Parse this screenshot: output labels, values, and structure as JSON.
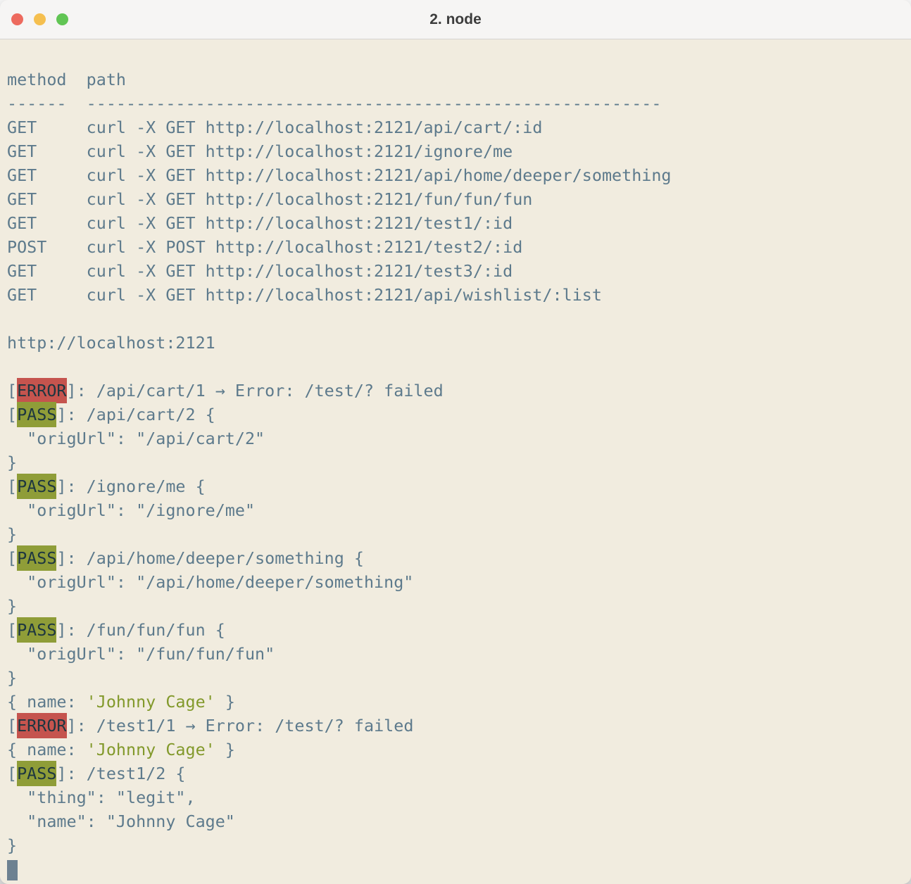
{
  "window": {
    "title": "2. node",
    "controls": [
      {
        "name": "close",
        "color_key": "light-red"
      },
      {
        "name": "minimize",
        "color_key": "light-yellow"
      },
      {
        "name": "zoom",
        "color_key": "light-green"
      }
    ]
  },
  "colors": {
    "terminal_bg": "#f1ecdf",
    "terminal_fg": "#5d7a8c",
    "error_bg": "#c5544e",
    "pass_bg": "#8f9d38",
    "badge_fg": "#1d3640",
    "string_green": "#82992b",
    "cursor_color": "#6d8191",
    "titlebar_bg": "#f6f5f4",
    "title_fg": "#3c3c3c"
  },
  "terminal": {
    "table": {
      "headers": [
        "method",
        "path"
      ],
      "method_col_width": 8,
      "method_separator": "------",
      "path_separator": "----------------------------------------------------------",
      "rows": [
        {
          "method": "GET",
          "command": "curl -X GET http://localhost:2121/api/cart/:id"
        },
        {
          "method": "GET",
          "command": "curl -X GET http://localhost:2121/ignore/me"
        },
        {
          "method": "GET",
          "command": "curl -X GET http://localhost:2121/api/home/deeper/something"
        },
        {
          "method": "GET",
          "command": "curl -X GET http://localhost:2121/fun/fun/fun"
        },
        {
          "method": "GET",
          "command": "curl -X GET http://localhost:2121/test1/:id"
        },
        {
          "method": "POST",
          "command": "curl -X POST http://localhost:2121/test2/:id"
        },
        {
          "method": "GET",
          "command": "curl -X GET http://localhost:2121/test3/:id"
        },
        {
          "method": "GET",
          "command": "curl -X GET http://localhost:2121/api/wishlist/:list"
        }
      ]
    },
    "output_lines": [
      {
        "segments": []
      },
      {
        "segments": [
          {
            "text": "http://localhost:2121"
          }
        ]
      },
      {
        "segments": []
      },
      {
        "segments": [
          {
            "text": "["
          },
          {
            "text": "ERROR",
            "style": "error-badge"
          },
          {
            "text": "]: /api/cart/1 → Error: /test/? failed"
          }
        ]
      },
      {
        "segments": [
          {
            "text": "["
          },
          {
            "text": "PASS",
            "style": "pass-badge"
          },
          {
            "text": "]: /api/cart/2 {"
          }
        ]
      },
      {
        "segments": [
          {
            "text": "  \"origUrl\": \"/api/cart/2\""
          }
        ]
      },
      {
        "segments": [
          {
            "text": "}"
          }
        ]
      },
      {
        "segments": [
          {
            "text": "["
          },
          {
            "text": "PASS",
            "style": "pass-badge"
          },
          {
            "text": "]: /ignore/me {"
          }
        ]
      },
      {
        "segments": [
          {
            "text": "  \"origUrl\": \"/ignore/me\""
          }
        ]
      },
      {
        "segments": [
          {
            "text": "}"
          }
        ]
      },
      {
        "segments": [
          {
            "text": "["
          },
          {
            "text": "PASS",
            "style": "pass-badge"
          },
          {
            "text": "]: /api/home/deeper/something {"
          }
        ]
      },
      {
        "segments": [
          {
            "text": "  \"origUrl\": \"/api/home/deeper/something\""
          }
        ]
      },
      {
        "segments": [
          {
            "text": "}"
          }
        ]
      },
      {
        "segments": [
          {
            "text": "["
          },
          {
            "text": "PASS",
            "style": "pass-badge"
          },
          {
            "text": "]: /fun/fun/fun {"
          }
        ]
      },
      {
        "segments": [
          {
            "text": "  \"origUrl\": \"/fun/fun/fun\""
          }
        ]
      },
      {
        "segments": [
          {
            "text": "}"
          }
        ]
      },
      {
        "segments": [
          {
            "text": "{ name: "
          },
          {
            "text": "'Johnny Cage'",
            "style": "string"
          },
          {
            "text": " }"
          }
        ]
      },
      {
        "segments": [
          {
            "text": "["
          },
          {
            "text": "ERROR",
            "style": "error-badge"
          },
          {
            "text": "]: /test1/1 → Error: /test/? failed"
          }
        ]
      },
      {
        "segments": [
          {
            "text": "{ name: "
          },
          {
            "text": "'Johnny Cage'",
            "style": "string"
          },
          {
            "text": " }"
          }
        ]
      },
      {
        "segments": [
          {
            "text": "["
          },
          {
            "text": "PASS",
            "style": "pass-badge"
          },
          {
            "text": "]: /test1/2 {"
          }
        ]
      },
      {
        "segments": [
          {
            "text": "  \"thing\": \"legit\","
          }
        ]
      },
      {
        "segments": [
          {
            "text": "  \"name\": \"Johnny Cage\""
          }
        ]
      },
      {
        "segments": [
          {
            "text": "}"
          }
        ]
      },
      {
        "cursor": true,
        "segments": []
      }
    ]
  }
}
